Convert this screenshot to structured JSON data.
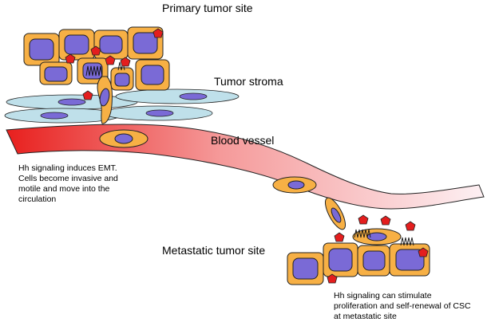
{
  "labels": {
    "primary": "Primary tumor site",
    "stroma": "Tumor stroma",
    "vessel": "Blood vessel",
    "metastatic": "Metastatic tumor site",
    "note_emt": "Hh signaling induces EMT.\nCells become invasive and\nmotile and move into the\ncirculation",
    "note_csc": "Hh signaling can stimulate\nproliferation and self-renewal of CSC\nat metastatic site"
  },
  "colors": {
    "cell_fill": "#f7b045",
    "nucleus_fill": "#7a6ad6",
    "ligand_fill": "#e41e1e",
    "stroma_fill": "#bfe0ea",
    "vessel_dark": "#e8201e",
    "vessel_light": "#fce9ee"
  }
}
